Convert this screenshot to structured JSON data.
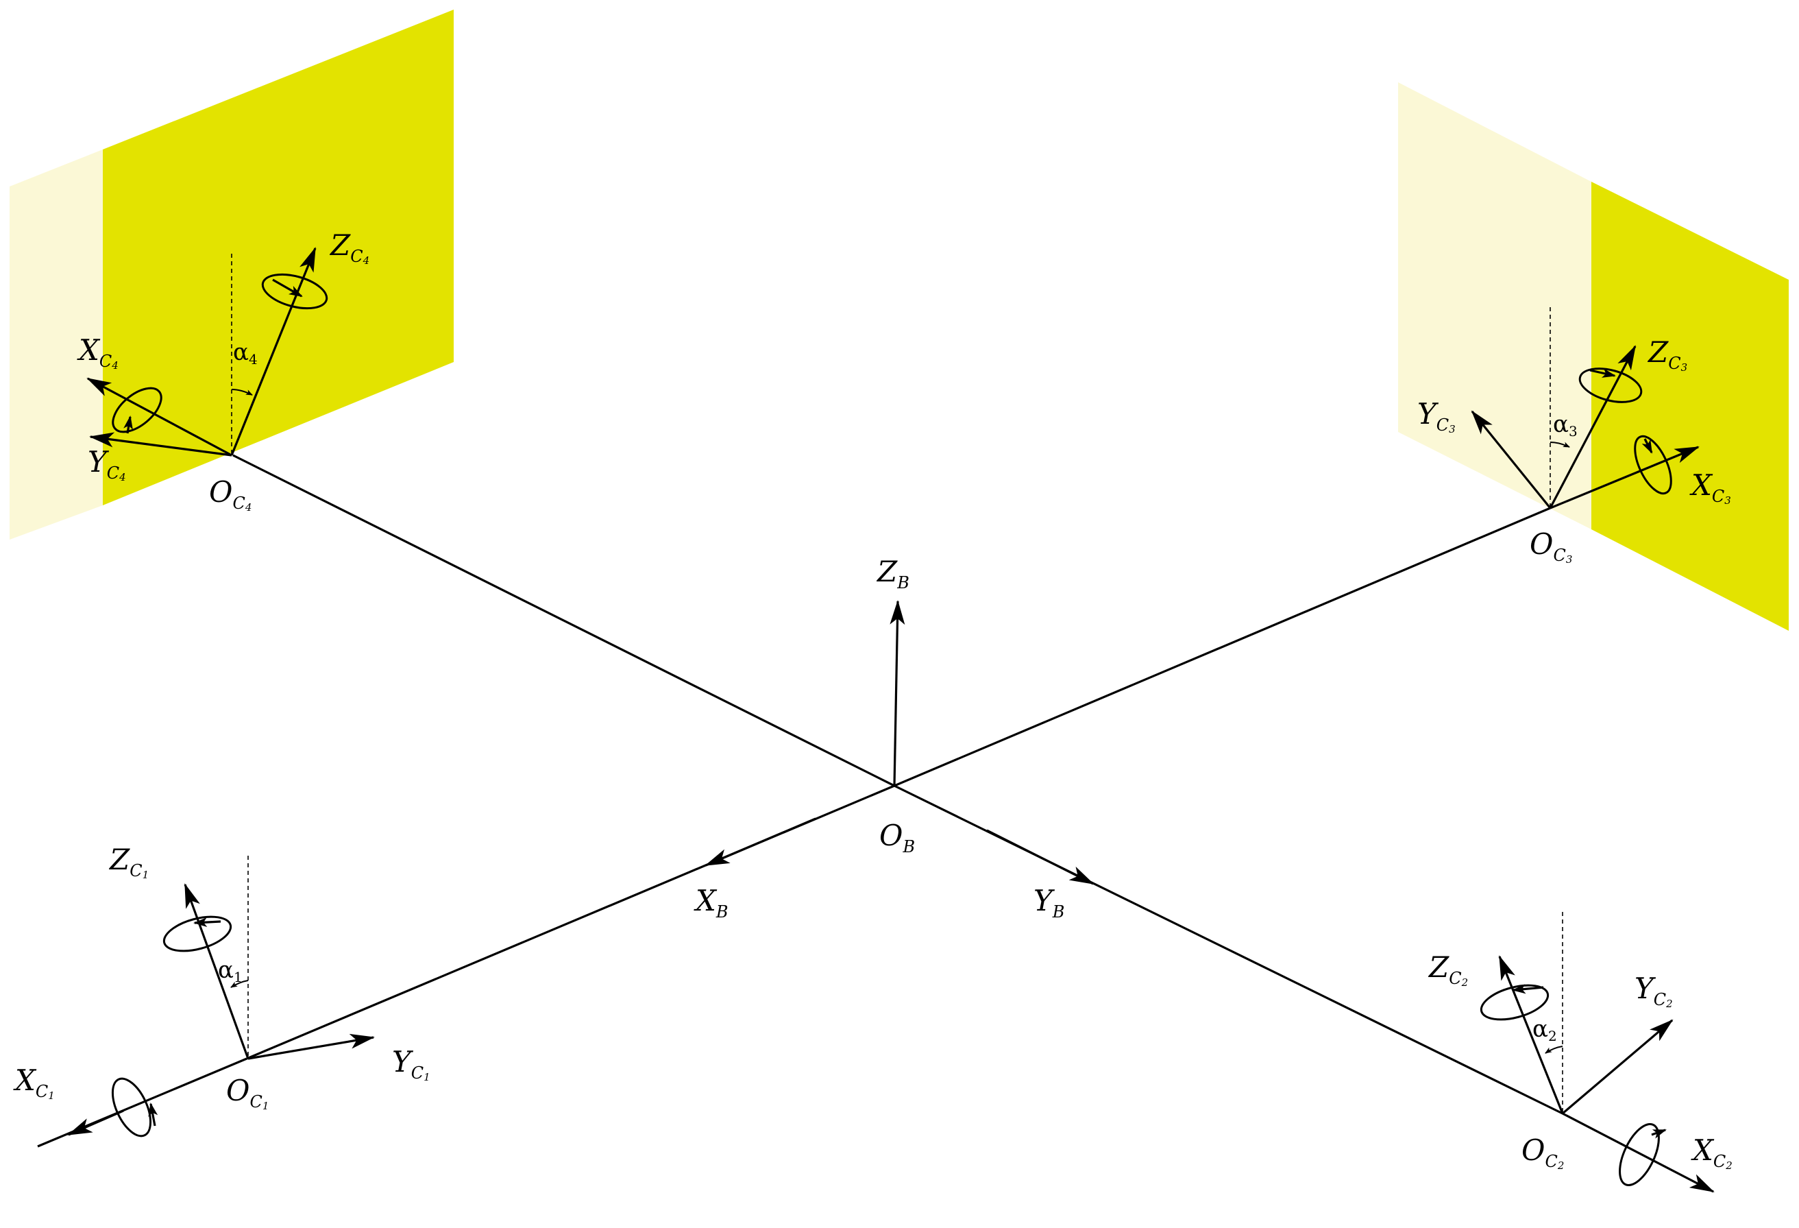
{
  "colors": {
    "plane_solid": "#E3E300",
    "plane_faded": "#FBF8D6",
    "line": "#000000",
    "background": "#FFFFFF"
  },
  "body_frame": {
    "origin": {
      "main": "O",
      "sub": "B"
    },
    "x_axis": {
      "main": "X",
      "sub": "B"
    },
    "y_axis": {
      "main": "Y",
      "sub": "B"
    },
    "z_axis": {
      "main": "Z",
      "sub": "B"
    }
  },
  "cameras": [
    {
      "index": "1",
      "origin": {
        "main": "O",
        "sub": "C",
        "subsub": "1"
      },
      "x_axis": {
        "main": "X",
        "sub": "C",
        "subsub": "1"
      },
      "y_axis": {
        "main": "Y",
        "sub": "C",
        "subsub": "1"
      },
      "z_axis": {
        "main": "Z",
        "sub": "C",
        "subsub": "1"
      },
      "tilt": {
        "main": "α",
        "sub": "1"
      }
    },
    {
      "index": "2",
      "origin": {
        "main": "O",
        "sub": "C",
        "subsub": "2"
      },
      "x_axis": {
        "main": "X",
        "sub": "C",
        "subsub": "2"
      },
      "y_axis": {
        "main": "Y",
        "sub": "C",
        "subsub": "2"
      },
      "z_axis": {
        "main": "Z",
        "sub": "C",
        "subsub": "2"
      },
      "tilt": {
        "main": "α",
        "sub": "2"
      }
    },
    {
      "index": "3",
      "origin": {
        "main": "O",
        "sub": "C",
        "subsub": "3"
      },
      "x_axis": {
        "main": "X",
        "sub": "C",
        "subsub": "3"
      },
      "y_axis": {
        "main": "Y",
        "sub": "C",
        "subsub": "3"
      },
      "z_axis": {
        "main": "Z",
        "sub": "C",
        "subsub": "3"
      },
      "tilt": {
        "main": "α",
        "sub": "3"
      }
    },
    {
      "index": "4",
      "origin": {
        "main": "O",
        "sub": "C",
        "subsub": "4"
      },
      "x_axis": {
        "main": "X",
        "sub": "C",
        "subsub": "4"
      },
      "y_axis": {
        "main": "Y",
        "sub": "C",
        "subsub": "4"
      },
      "z_axis": {
        "main": "Z",
        "sub": "C",
        "subsub": "4"
      },
      "tilt": {
        "main": "α",
        "sub": "4"
      }
    }
  ]
}
